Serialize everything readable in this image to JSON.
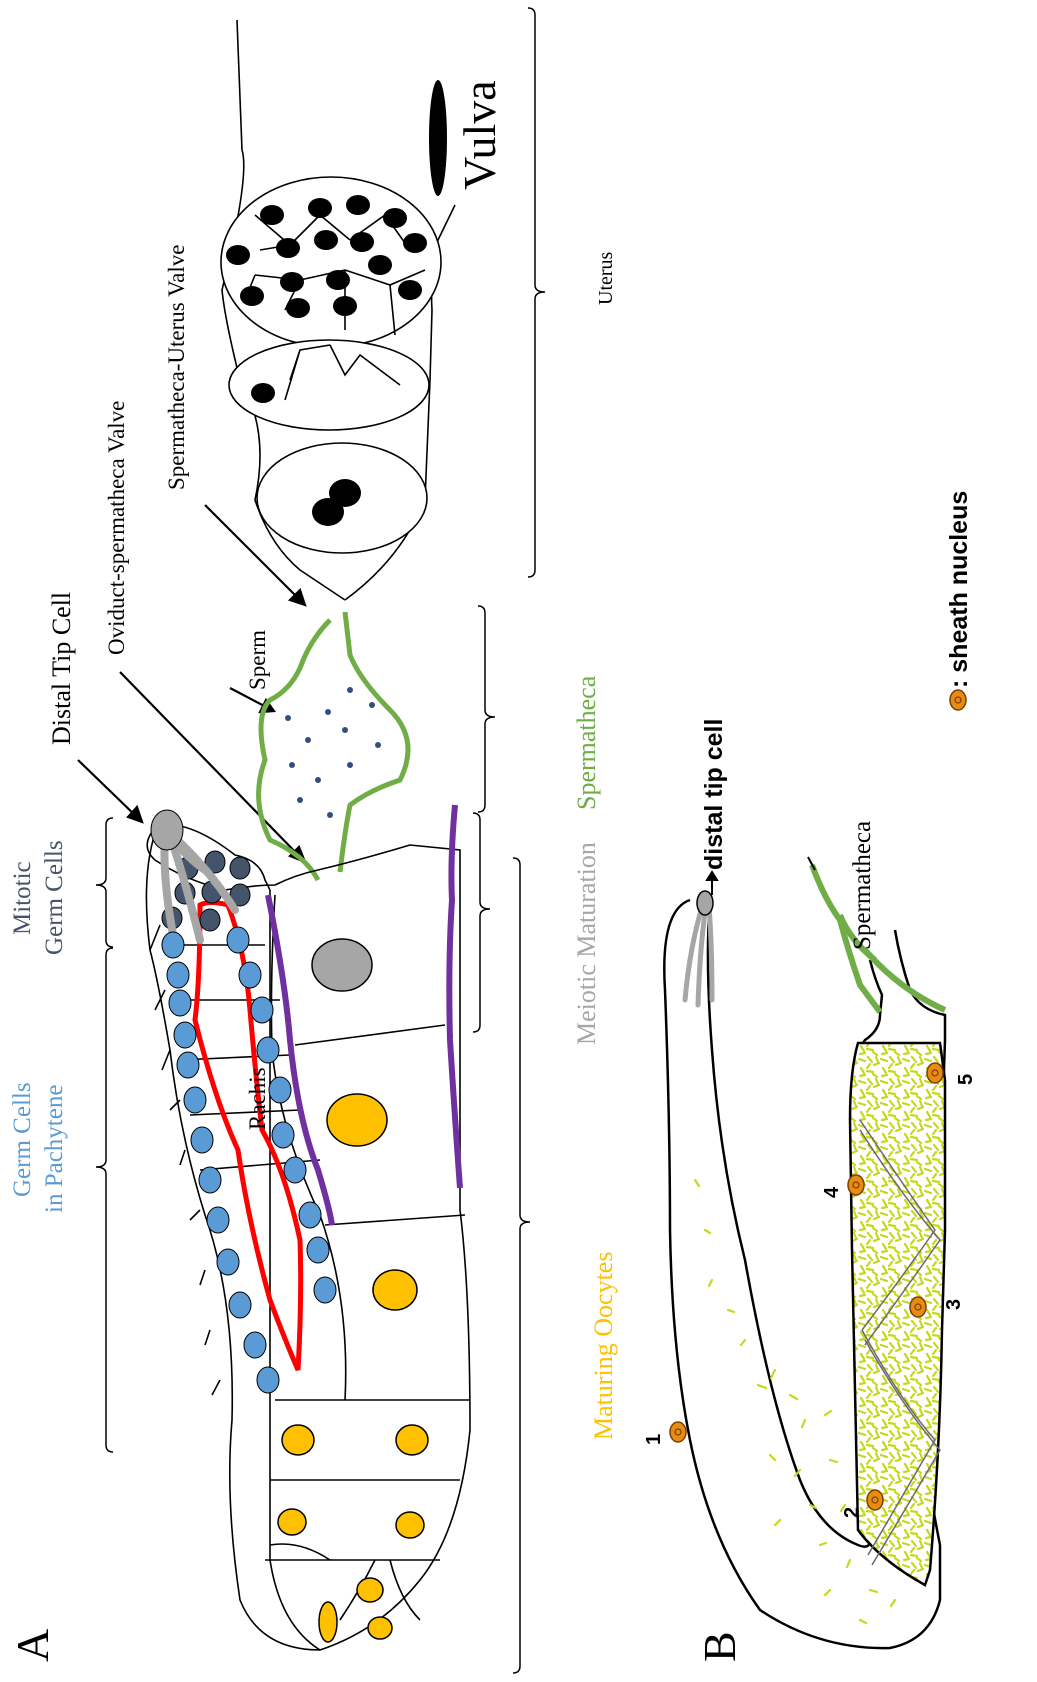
{
  "panel_labels": {
    "a": "A",
    "b": "B"
  },
  "panel_a": {
    "labels": {
      "vulva": "Vulva",
      "uterus": "Uterus",
      "sp_ut_valve": "Spermatheca-Uterus Valve",
      "ov_sp_valve": "Oviduct-spermatheca Valve",
      "distal_tip_cell": "Distal Tip Cell",
      "sperm": "Sperm",
      "spermatheca": "Spermatheca",
      "mitotic_1": "Mitotic",
      "mitotic_2": "Germ Cells",
      "meiotic": "Meiotic Maturation",
      "pachytene_1": "Germ Cells",
      "pachytene_2": "in Pachytene",
      "rachis": "Rachis",
      "maturing": "Maturing Oocytes"
    }
  },
  "panel_b": {
    "labels": {
      "distal_tip_cell": "distal tip cell",
      "spermatheca": "Spermatheca",
      "sheath_nucleus": ": sheath nucleus"
    },
    "nucleus_numbers": [
      "1",
      "2",
      "3",
      "4",
      "5"
    ]
  },
  "colors": {
    "pachytene_blue": "#5b9bd5",
    "mitotic_dark": "#44546a",
    "meiotic_gray": "#a6a6a6",
    "oocyte_orange": "#ffc000",
    "rachis_red": "#ff0000",
    "sheath_purple": "#7030a0",
    "spermatheca_green": "#70ad47",
    "sheath_yellow": "#c5d81c",
    "nucleus_orange": "#e88b12"
  }
}
